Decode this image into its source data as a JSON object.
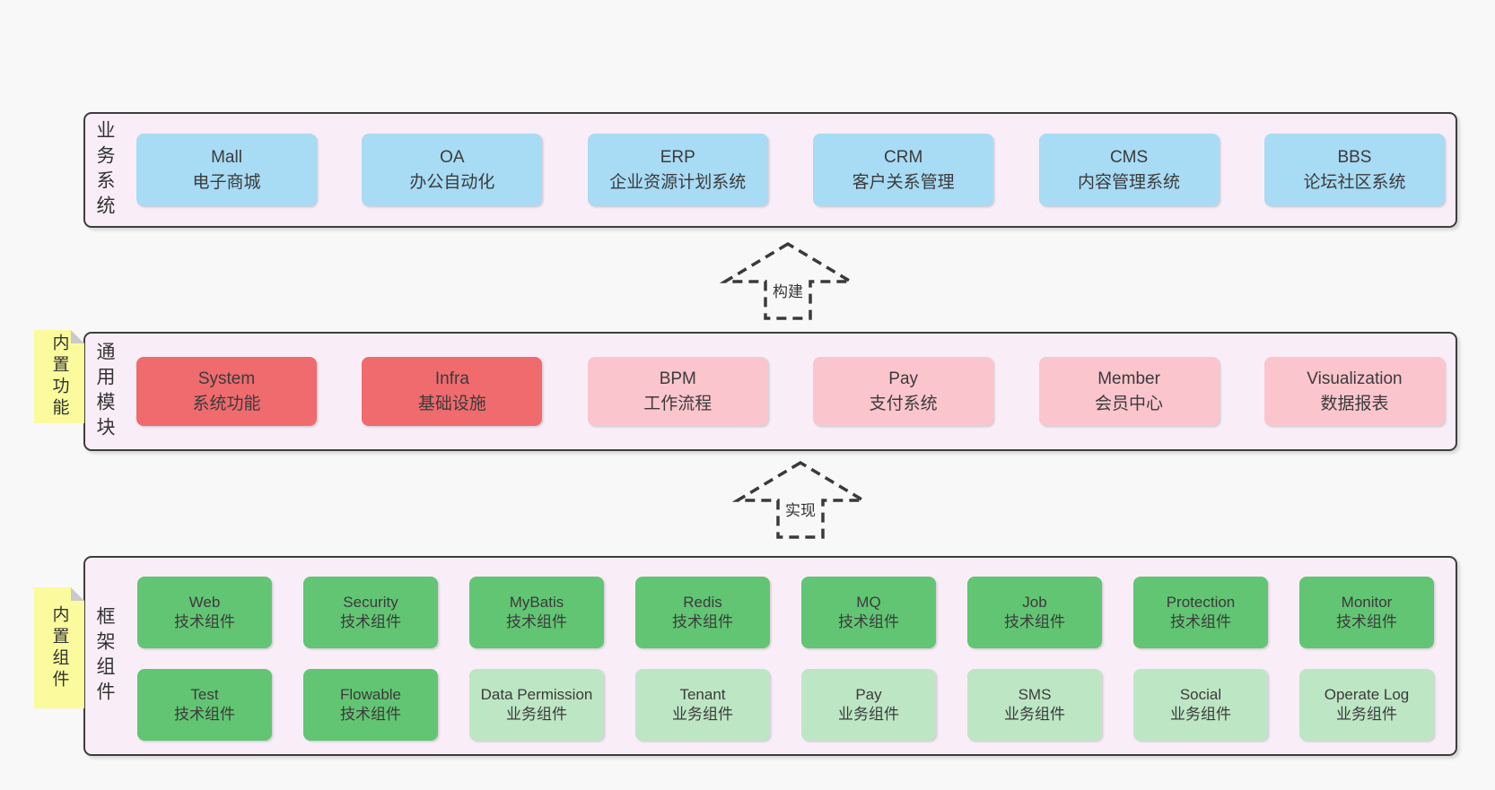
{
  "colors": {
    "blue": "#a8dbf4",
    "red": "#ef6b6e",
    "pink": "#fbc5cd",
    "green": "#62c573",
    "green_light": "#bde6c4",
    "band_background": "#f9eef8",
    "note_yellow": "#fbfb9e",
    "border": "#3d3d3d",
    "page_background": "#f8f8f8"
  },
  "bands": [
    {
      "id": "business-systems",
      "label": "业务系统",
      "boxes": [
        {
          "title": "Mall",
          "subtitle": "电子商城",
          "variant": "blue"
        },
        {
          "title": "OA",
          "subtitle": "办公自动化",
          "variant": "blue"
        },
        {
          "title": "ERP",
          "subtitle": "企业资源计划系统",
          "variant": "blue"
        },
        {
          "title": "CRM",
          "subtitle": "客户关系管理",
          "variant": "blue"
        },
        {
          "title": "CMS",
          "subtitle": "内容管理系统",
          "variant": "blue"
        },
        {
          "title": "BBS",
          "subtitle": "论坛社区系统",
          "variant": "blue"
        }
      ]
    },
    {
      "id": "common-modules",
      "label": "通用模块",
      "note": "内置功能",
      "boxes": [
        {
          "title": "System",
          "subtitle": "系统功能",
          "variant": "red"
        },
        {
          "title": "Infra",
          "subtitle": "基础设施",
          "variant": "red"
        },
        {
          "title": "BPM",
          "subtitle": "工作流程",
          "variant": "pink"
        },
        {
          "title": "Pay",
          "subtitle": "支付系统",
          "variant": "pink"
        },
        {
          "title": "Member",
          "subtitle": "会员中心",
          "variant": "pink"
        },
        {
          "title": "Visualization",
          "subtitle": "数据报表",
          "variant": "pink"
        }
      ]
    },
    {
      "id": "framework-components",
      "label": "框架组件",
      "note": "内置组件",
      "rows": [
        [
          {
            "title": "Web",
            "subtitle": "技术组件",
            "variant": "green"
          },
          {
            "title": "Security",
            "subtitle": "技术组件",
            "variant": "green"
          },
          {
            "title": "MyBatis",
            "subtitle": "技术组件",
            "variant": "green"
          },
          {
            "title": "Redis",
            "subtitle": "技术组件",
            "variant": "green"
          },
          {
            "title": "MQ",
            "subtitle": "技术组件",
            "variant": "green"
          },
          {
            "title": "Job",
            "subtitle": "技术组件",
            "variant": "green"
          },
          {
            "title": "Protection",
            "subtitle": "技术组件",
            "variant": "green"
          },
          {
            "title": "Monitor",
            "subtitle": "技术组件",
            "variant": "green"
          }
        ],
        [
          {
            "title": "Test",
            "subtitle": "技术组件",
            "variant": "green"
          },
          {
            "title": "Flowable",
            "subtitle": "技术组件",
            "variant": "green"
          },
          {
            "title": "Data Permission",
            "subtitle": "业务组件",
            "variant": "green-light"
          },
          {
            "title": "Tenant",
            "subtitle": "业务组件",
            "variant": "green-light"
          },
          {
            "title": "Pay",
            "subtitle": "业务组件",
            "variant": "green-light"
          },
          {
            "title": "SMS",
            "subtitle": "业务组件",
            "variant": "green-light"
          },
          {
            "title": "Social",
            "subtitle": "业务组件",
            "variant": "green-light"
          },
          {
            "title": "Operate Log",
            "subtitle": "业务组件",
            "variant": "green-light"
          }
        ]
      ]
    }
  ],
  "arrows": [
    {
      "label": "构建"
    },
    {
      "label": "实现"
    }
  ]
}
